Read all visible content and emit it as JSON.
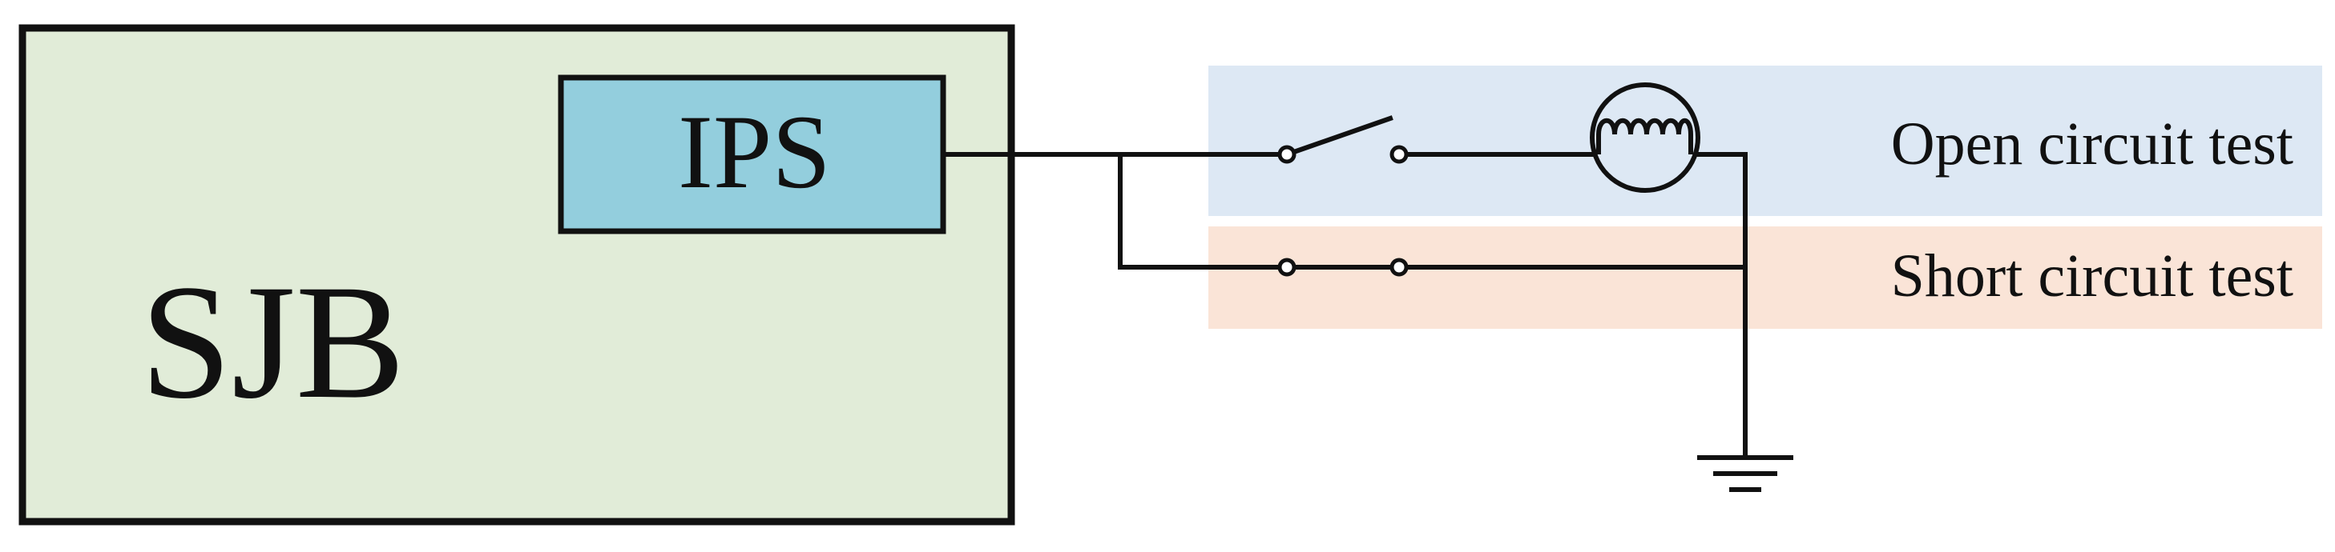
{
  "sjb": {
    "label": "SJB",
    "fill": "#e1ecd8"
  },
  "ips": {
    "label": "IPS",
    "fill": "#93cedd"
  },
  "tests": [
    {
      "label": "Open circuit test",
      "band_color": "#dde8f4"
    },
    {
      "label": "Short circuit test",
      "band_color": "#fae4d7"
    }
  ],
  "line_color": "#111111",
  "icons": [
    "open-switch-icon",
    "lamp-icon",
    "closed-switch-icon",
    "ground-icon"
  ]
}
